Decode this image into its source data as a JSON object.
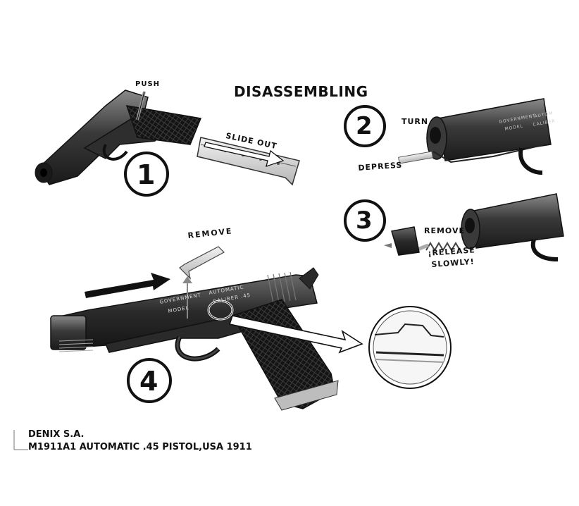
{
  "title": "DISASSEMBLING",
  "steps": [
    {
      "number": "1",
      "labels": {
        "push": "PUSH",
        "slide_out": "SLIDE OUT"
      }
    },
    {
      "number": "2",
      "labels": {
        "turn": "TURN",
        "depress": "DEPRESS"
      }
    },
    {
      "number": "3",
      "labels": {
        "remove": "REMOVE",
        "release_1": "¡RELEASE",
        "release_2": "SLOWLY!"
      }
    },
    {
      "number": "4",
      "labels": {
        "remove": "REMOVE"
      }
    }
  ],
  "engravings": {
    "slide_left": "GOVERNMENT",
    "slide_left_2": "MODEL",
    "slide_right": "AUTOMATIC",
    "slide_right_2": "CALIBER .45",
    "barrel_2a": "GOVERNMENT",
    "barrel_2b": "MODEL",
    "barrel_2c": "AUTOM",
    "barrel_2d": "CALIBER"
  },
  "footer": {
    "brand": "DENIX S.A.",
    "model": "M1911A1 AUTOMATIC .45 PISTOL,USA 1911"
  },
  "colors": {
    "ink": "#111111",
    "metal_dark": "#2a2a2a",
    "metal_mid": "#555555",
    "background": "#ffffff"
  }
}
